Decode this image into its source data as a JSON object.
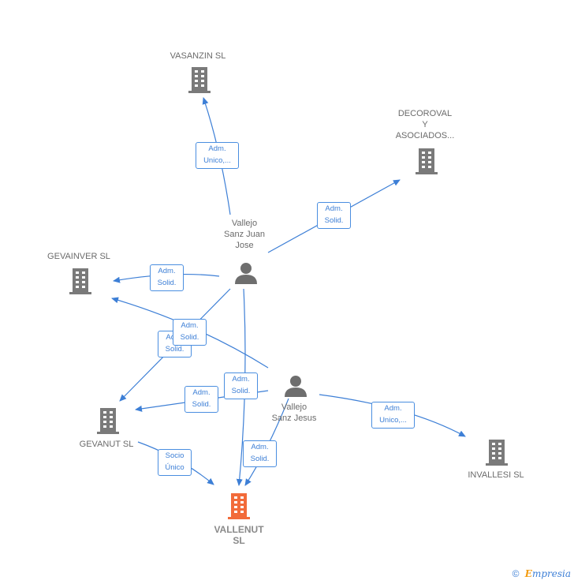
{
  "nodes": {
    "vasanzin": "VASANZIN  SL",
    "decoroval": "DECOROVAL\nY\nASOCIADOS...",
    "gevainver": "GEVAINVER  SL",
    "gevanut": "GEVANUT  SL",
    "vallenut": "VALLENUT\nSL",
    "invallesi": "INVALLESI  SL",
    "person1": "Vallejo\nSanz Juan\nJose",
    "person2": "Vallejo\nSanz Jesus"
  },
  "edges": {
    "e1": "Adm.\nUnico,...",
    "e2": "Adm.\nSolid.",
    "e3": "Adm.\nSolid.",
    "e4": "Adm.\nSolid.",
    "e5": "Adm.\nSolid.",
    "e6": "Adm.\nSolid.",
    "e7": "Adm.\nSolid.",
    "e8": "Adm.\nSolid.",
    "e9": "Adm.\nUnico,...",
    "e10": "Socio\nÚnico"
  },
  "colors": {
    "company": "#7a7a7a",
    "focus_company": "#f26b3a",
    "person": "#6e6e6e",
    "edge": "#3d7fd6"
  },
  "footer": {
    "copyright": "©",
    "brand_first": "E",
    "brand_rest": "mpresia"
  }
}
